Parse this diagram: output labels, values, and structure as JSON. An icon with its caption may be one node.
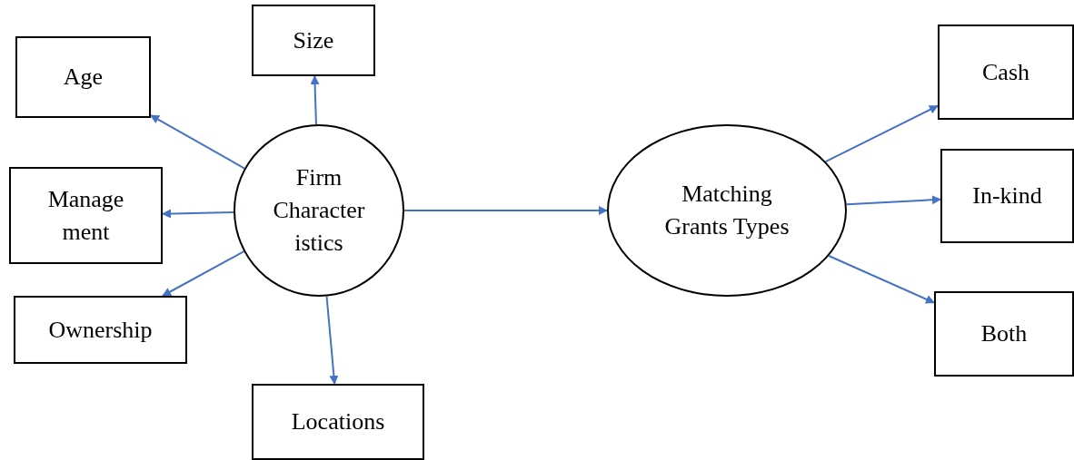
{
  "diagram": {
    "nodes": [
      {
        "text": [
          "Firm Character istics"
        ]
      },
      {
        "text": [
          "Age"
        ]
      },
      {
        "text": [
          "Size"
        ]
      },
      {
        "text": [
          "Manage ment"
        ]
      },
      {
        "text": [
          "Ownership"
        ]
      },
      {
        "text": [
          "Locations"
        ]
      },
      {
        "text": [
          "Matching Grants Types"
        ]
      },
      {
        "text": [
          "Cash"
        ]
      },
      {
        "text": [
          "In-kind"
        ]
      },
      {
        "text": [
          "Both"
        ]
      }
    ],
    "edges": [
      {
        "from": 0,
        "to": 1,
        "arrow": "to"
      },
      {
        "from": 0,
        "to": 2,
        "arrow": "to"
      },
      {
        "from": 0,
        "to": 3,
        "arrow": "to"
      },
      {
        "from": 0,
        "to": 4,
        "arrow": "to"
      },
      {
        "from": 0,
        "to": 5,
        "arrow": "to"
      },
      {
        "from": 0,
        "to": 6,
        "arrow": "to"
      },
      {
        "from": 6,
        "to": 7,
        "arrow": "to"
      },
      {
        "from": 6,
        "to": 8,
        "arrow": "to"
      },
      {
        "from": 6,
        "to": 9,
        "arrow": "to"
      }
    ]
  }
}
